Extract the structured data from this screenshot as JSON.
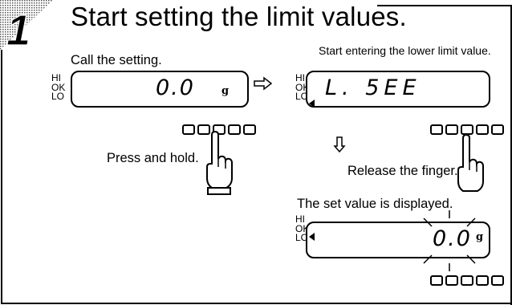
{
  "step": {
    "number": "1",
    "title": "Start setting the limit values."
  },
  "lamps": [
    "HI",
    "OK",
    "LO"
  ],
  "panel1": {
    "caption": "Call the setting.",
    "display": "0.0",
    "unit": "g",
    "instruction": "Press and hold."
  },
  "panel2": {
    "caption": "Start entering the lower limit value.",
    "display": "L.  5EE",
    "instruction": "Release the finger."
  },
  "panel3": {
    "caption": "The set value is displayed.",
    "display": "0.0",
    "unit": "g"
  },
  "icons": {
    "right_arrow": "right-arrow-icon",
    "down_arrow": "down-arrow-icon",
    "pointing_hand": "pointing-hand-icon",
    "blink_rays": "blink-rays-icon",
    "indicator": "lower-limit-indicator-icon"
  }
}
